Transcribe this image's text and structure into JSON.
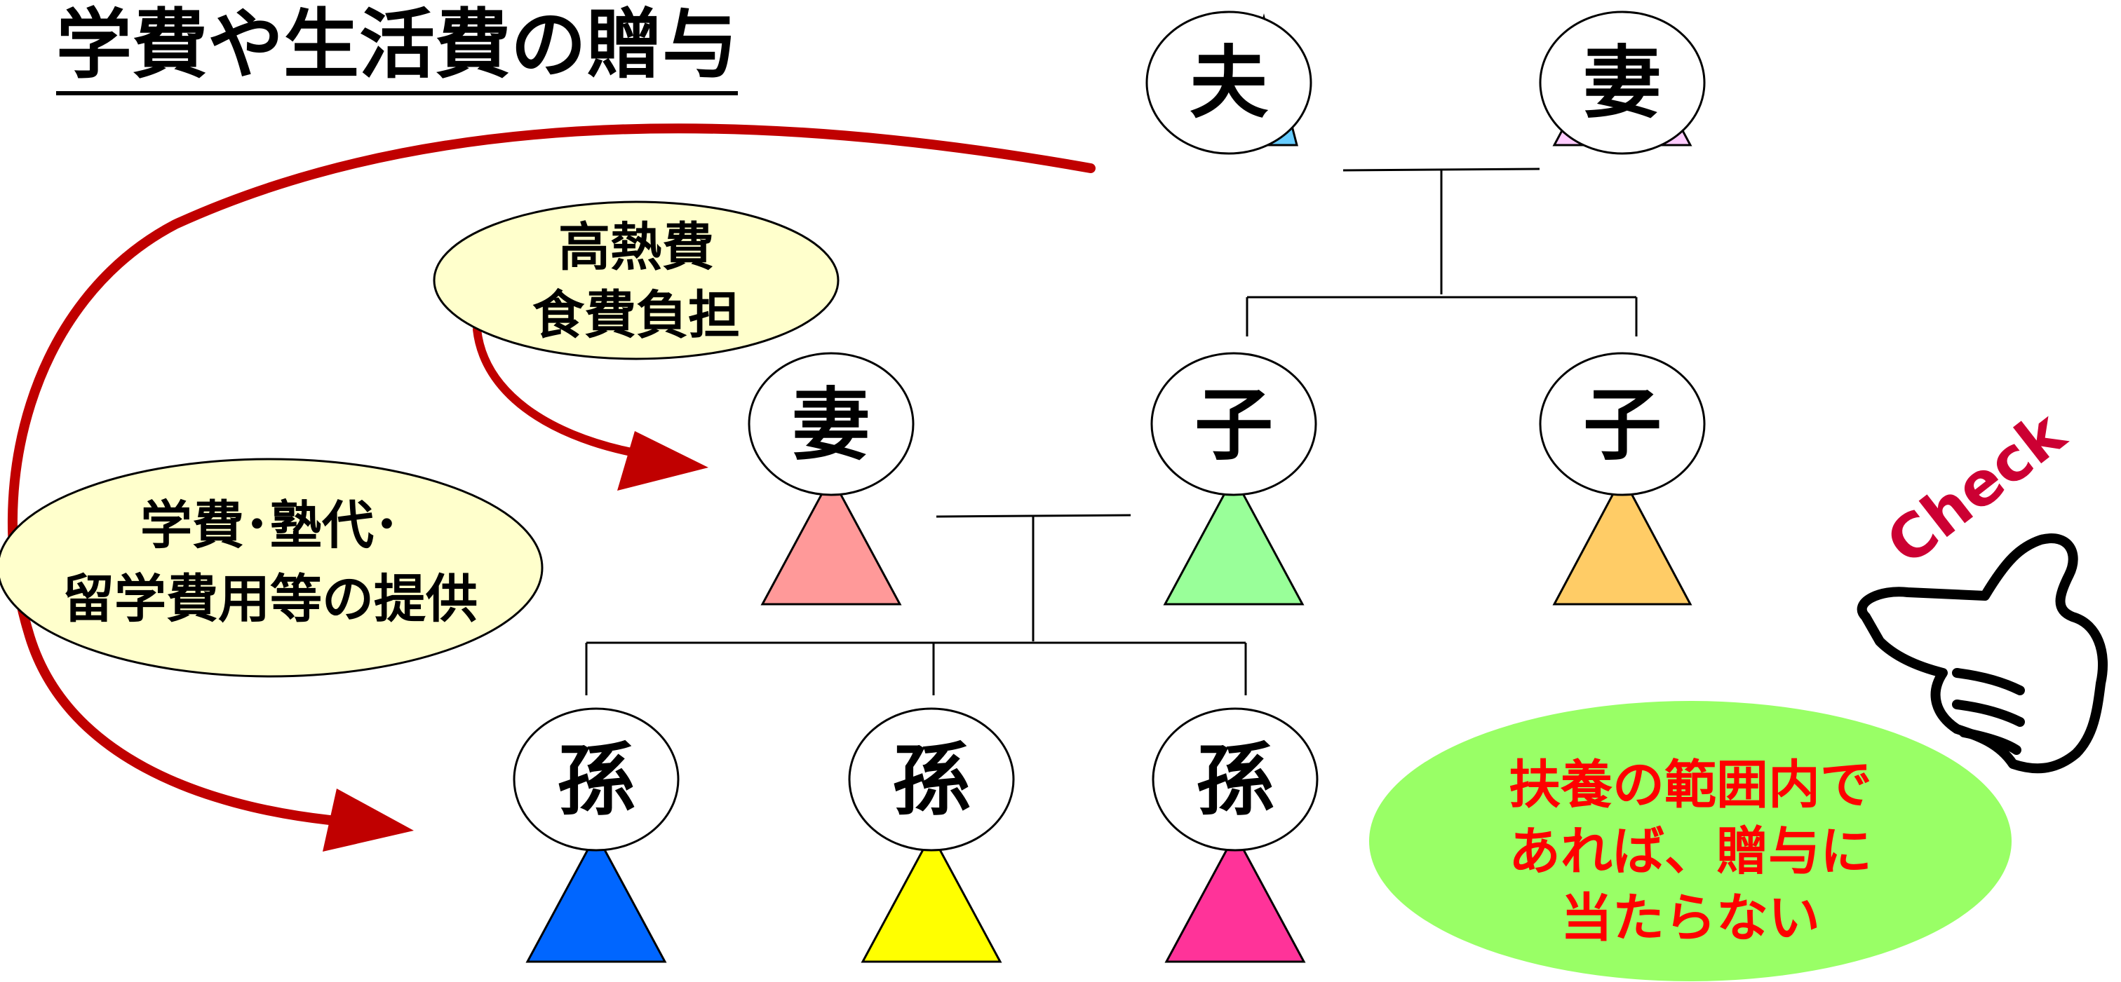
{
  "title": "学費や生活費の贈与",
  "people": {
    "husband": "夫",
    "wife_top": "妻",
    "wife_mid": "妻",
    "child_1": "子",
    "child_2": "子",
    "grandchild_1": "孫",
    "grandchild_2": "孫",
    "grandchild_3": "孫"
  },
  "bubbles": {
    "medical": {
      "line1": "高熱費",
      "line2": "食費負担"
    },
    "education": {
      "line1": "学費･塾代･",
      "line2": "留学費用等の提供"
    },
    "note": {
      "line1": "扶養の範囲内で",
      "line2": "あれば、贈与に",
      "line3": "当たらない"
    }
  },
  "check_label": "Check",
  "colors": {
    "husband_body": "#66ccff",
    "wife_top_body": "#ffccff",
    "wife_mid_body": "#ff9999",
    "child_1_body": "#99ff99",
    "child_2_body": "#ffcc66",
    "grandchild_1_body": "#0066ff",
    "grandchild_2_body": "#ffff00",
    "grandchild_3_body": "#ff3399",
    "arrow": "#c00000",
    "bubble_fill": "#ffffcc",
    "note_fill": "#99ff66",
    "note_text": "#ff0000",
    "check_text": "#cc0033"
  }
}
